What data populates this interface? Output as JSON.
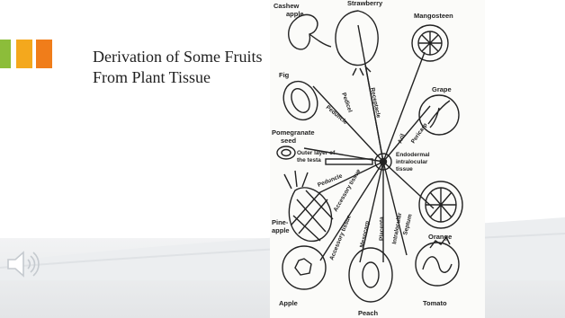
{
  "slide": {
    "title": "Derivation of Some Fruits From Plant Tissue"
  },
  "figure": {
    "fruits": {
      "cashew_1": "Cashew",
      "cashew_2": "apple",
      "strawberry": "Strawberry",
      "mangosteen": "Mangosteen",
      "fig": "Fig",
      "grape": "Grape",
      "pomegranate_1": "Pomegranate",
      "pomegranate_2": "seed",
      "pineapple_1": "Pine-",
      "pineapple_2": "apple",
      "orange": "Orange",
      "apple": "Apple",
      "peach": "Peach",
      "tomato": "Tomato"
    },
    "tissues": {
      "pedicel": "Pedicel",
      "receptacle": "Receptacle",
      "aril": "Aril",
      "pericarp": "Pericarp",
      "peduncle_top": "Peduncle",
      "outer_layer_1": "Outer layer of",
      "outer_layer_2": "the testa",
      "endodermal_1": "Endodermal",
      "endodermal_2": "intralocular",
      "endodermal_3": "tissue",
      "peduncle_mid": "Peduncle",
      "accessory_1": "Accessory tissue",
      "accessory_2": "Accessory tissue",
      "mesocarp": "Mesocarp",
      "placenta": "Placenta",
      "intralocular": "Intralocular",
      "septum": "Septum"
    },
    "colors": {
      "ink": "#222222",
      "paper": "#fbfbf9"
    }
  },
  "theme": {
    "accent_green": "#8cbd3a",
    "accent_yellow": "#f4a81d",
    "accent_orange": "#f07d1a"
  },
  "audio": {
    "icon": "speaker-icon"
  }
}
